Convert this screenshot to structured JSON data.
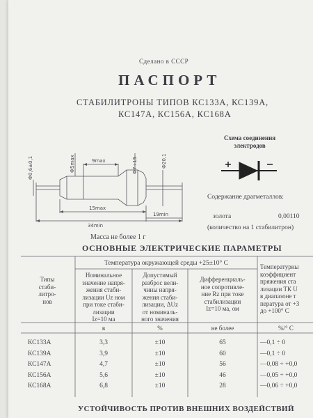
{
  "document": {
    "made_in": "Сделано в СССР",
    "title": "ПАСПОРТ",
    "subtitle_line1": "СТАБИЛИТРОНЫ ТИПОВ КС133А, КС139А,",
    "subtitle_line2": "КС147А, КС156А, КС168А",
    "schema_caption_line1": "Схема соединения",
    "schema_caption_line2": "электродов",
    "precious_heading": "Содержание драгметаллов:",
    "gold_label": "золота",
    "gold_value": "0,00110",
    "quantity_note": "(количество на 1 стабилитрон)",
    "mass_note": "Масса не более 1 г",
    "section_heading": "ОСНОВНЫЕ ЭЛЕКТРИЧЕСКИЕ ПАРАМЕТРЫ",
    "footer_heading": "УСТОЙЧИВОСТЬ ПРОТИВ ВНЕШНИХ ВОЗДЕЙСТВИЙ"
  },
  "drawing": {
    "dim_diam_lead": "Ф0,6±0,1",
    "dim_body_max": "Ф5max",
    "dim_body_len": "9max",
    "dim_cap": "Ф7÷15",
    "dim_flange": "Ф20,1",
    "dim_total_len": "15max",
    "dim_lead_len": "19min",
    "dim_overall": "34min"
  },
  "table": {
    "temp_header": "Температура окружающей среды +25±10° С",
    "col_types": [
      "Типы",
      "стаби-",
      "литро-",
      "нов"
    ],
    "col_nominal": [
      "Номинальное",
      "значение напря-",
      "жения стаби-",
      "лизации Uz ном",
      "при токе стаби-",
      "лизации",
      "Iz=10 ма"
    ],
    "col_spread": [
      "Допустимый",
      "разброс вели-",
      "чины напря-",
      "жения стаби-",
      "лизации, ΔUz",
      "от номиналь-",
      "ного значения"
    ],
    "col_diff": [
      "Дифференциаль-",
      "ное сопротивле-",
      "ние Rz при токе",
      "стабилизации",
      "Iz=10 ма, ом"
    ],
    "col_temp": [
      "Температурны",
      "коэффициент",
      "пряжения ста",
      "лизации ТК U",
      "в диапазоне т",
      "пература от +3",
      "до +100° С"
    ],
    "unit_nominal": "в",
    "unit_spread": "%",
    "unit_diff": "не более",
    "unit_temp": "%/° С",
    "rows": [
      {
        "type": "КС133А",
        "nominal": "3,3",
        "spread": "±10",
        "diff": "65",
        "temp": "—0,1 ÷ 0"
      },
      {
        "type": "КС139А",
        "nominal": "3,9",
        "spread": "±10",
        "diff": "60",
        "temp": "—0,1 ÷ 0"
      },
      {
        "type": "КС147А",
        "nominal": "4,7",
        "spread": "±10",
        "diff": "56",
        "temp": "—0,08 ÷ +0,0"
      },
      {
        "type": "КС156А",
        "nominal": "5,6",
        "spread": "±10",
        "diff": "46",
        "temp": "—0,05 ÷ +0,0"
      },
      {
        "type": "КС168А",
        "nominal": "6,8",
        "spread": "±10",
        "diff": "28",
        "temp": "—0,06 ÷ +0,0"
      }
    ]
  }
}
